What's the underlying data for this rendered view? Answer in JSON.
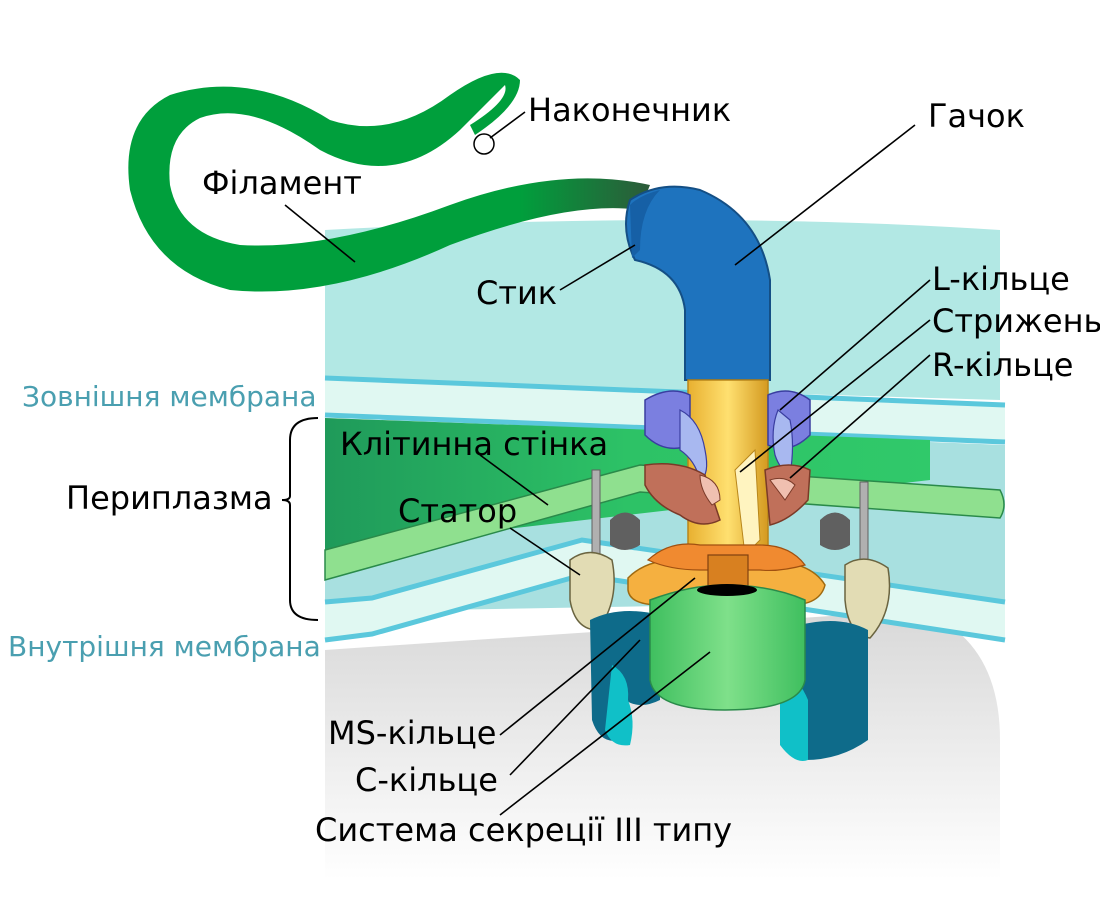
{
  "labels": {
    "tip": "Наконечник",
    "hook": "Гачок",
    "filament": "Філамент",
    "junction": "Стик",
    "l_ring": "L-кільце",
    "rod": "Стрижень",
    "r_ring": "R-кільце",
    "outer_membrane": "Зовнішня мембрана",
    "cell_wall": "Клітинна стінка",
    "periplasm": "Периплазма",
    "stator": "Статор",
    "inner_membrane": "Внутрішня мембрана",
    "ms_ring": "MS-кільце",
    "c_ring": "C-кільце",
    "t3ss": "Система секреції III типу"
  },
  "colors": {
    "filament": "#009f3c",
    "hook": "#1e73be",
    "outer_membrane_label": "#4a9fb0",
    "inner_membrane_label": "#4a9fb0",
    "periplasm_fill": "#a8e4e0",
    "cell_wall": "#8fe08f",
    "l_ring": "#7b7fe0",
    "r_ring": "#c0705a",
    "rod": "#f0c040",
    "stator": "#e2dcb4",
    "ms_ring": "#f5b040",
    "c_ring": "#0e6b8a",
    "t3ss": "#5ed37a"
  }
}
